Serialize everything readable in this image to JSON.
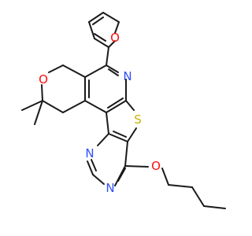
{
  "atoms": {
    "O_furan": {
      "symbol": "O",
      "color": "#ff0d0d"
    },
    "O_pyran": {
      "symbol": "O",
      "color": "#ff0d0d"
    },
    "N_pyridine": {
      "symbol": "N",
      "color": "#3050f8"
    },
    "S_thiophene": {
      "symbol": "S",
      "color": "#c8b400"
    },
    "N_pyrimidine_1": {
      "symbol": "N",
      "color": "#3050f8"
    },
    "N_pyrimidine_2": {
      "symbol": "N",
      "color": "#3050f8"
    },
    "O_ether": {
      "symbol": "O",
      "color": "#ff0d0d"
    }
  }
}
